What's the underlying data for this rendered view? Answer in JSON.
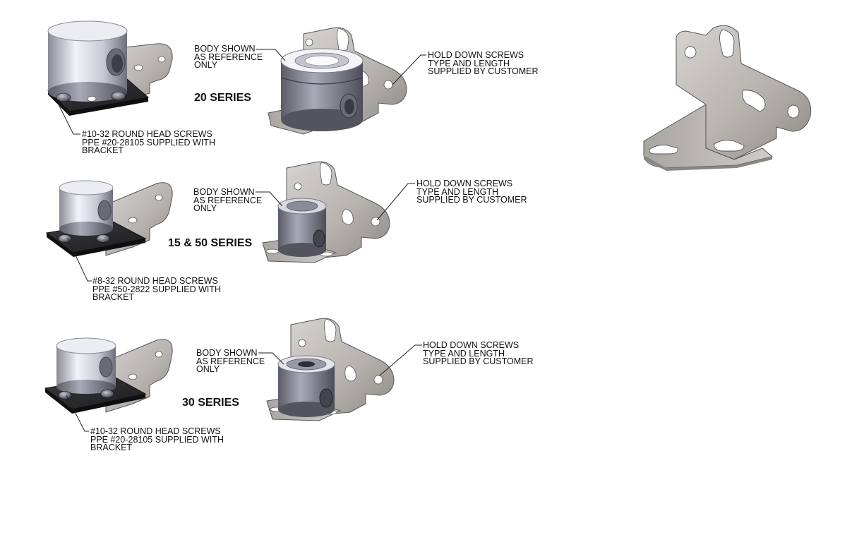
{
  "colors": {
    "metal": "#b9b6b3",
    "metal_dark": "#6e6b69",
    "black_plate": "#2a2a2c",
    "body_light": "#e6e6ee",
    "body_dark": "#7a7a86",
    "leader": "#222222"
  },
  "rows": [
    {
      "series_label": "20 SERIES",
      "body_note": [
        "BODY SHOWN",
        "AS REFERENCE",
        "ONLY"
      ],
      "hold_note": [
        "HOLD DOWN SCREWS",
        "TYPE AND LENGTH",
        "SUPPLIED BY CUSTOMER"
      ],
      "screw_note": [
        "#10-32 ROUND HEAD SCREWS",
        "PPE #20-28105 SUPPLIED WITH",
        "BRACKET"
      ]
    },
    {
      "series_label": "15 & 50 SERIES",
      "body_note": [
        "BODY SHOWN",
        "AS REFERENCE",
        "ONLY"
      ],
      "hold_note": [
        "HOLD DOWN SCREWS",
        "TYPE AND LENGTH",
        "SUPPLIED BY CUSTOMER"
      ],
      "screw_note": [
        "#8-32 ROUND HEAD SCREWS",
        "PPE #50-2822 SUPPLIED WITH",
        "BRACKET"
      ]
    },
    {
      "series_label": "30 SERIES",
      "body_note": [
        "BODY SHOWN",
        "AS REFERENCE",
        "ONLY"
      ],
      "hold_note": [
        "HOLD DOWN SCREWS",
        "TYPE AND LENGTH",
        "SUPPLIED BY CUSTOMER"
      ],
      "screw_note": [
        "#10-32 ROUND HEAD SCREWS",
        "PPE #20-28105 SUPPLIED WITH",
        "BRACKET"
      ]
    }
  ]
}
